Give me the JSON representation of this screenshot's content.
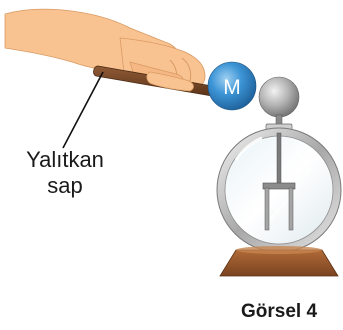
{
  "labels": {
    "sphere_letter": "M",
    "handle_line1": "Yalıtkan",
    "handle_line2": "sap",
    "caption": "Görsel 4"
  },
  "colors": {
    "skin": "#f9c391",
    "skin_shadow": "#e8a672",
    "rod": "#7a4a2c",
    "sphere_blue": "#2b86c9",
    "sphere_blue_light": "#74b6e8",
    "knob_gray": "#a9a9a9",
    "metal_dark": "#5a5a5a",
    "base_brown": "#9b5b2e",
    "base_brown_dark": "#6e3c1a"
  },
  "icons": {
    "hand": "hand-icon",
    "electroscope": "electroscope-icon"
  }
}
